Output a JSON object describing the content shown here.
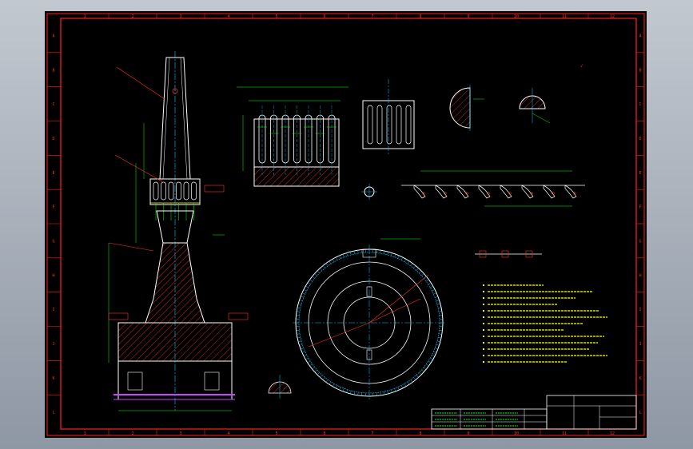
{
  "sheet": {
    "row_letters": [
      "A",
      "B",
      "C",
      "D",
      "E",
      "F",
      "G",
      "H",
      "I",
      "J",
      "K",
      "L"
    ],
    "column_numbers": [
      "1",
      "2",
      "3",
      "4",
      "5",
      "6",
      "7",
      "8",
      "9",
      "10",
      "11",
      "12"
    ]
  },
  "colors": {
    "background": "#000000",
    "frame": "#ff2020",
    "outline": "#ffffff",
    "dimension": "#00ff00",
    "centerline": "#00c8ff",
    "note_text": "#ffff00",
    "hatch": "#ff3030"
  }
}
